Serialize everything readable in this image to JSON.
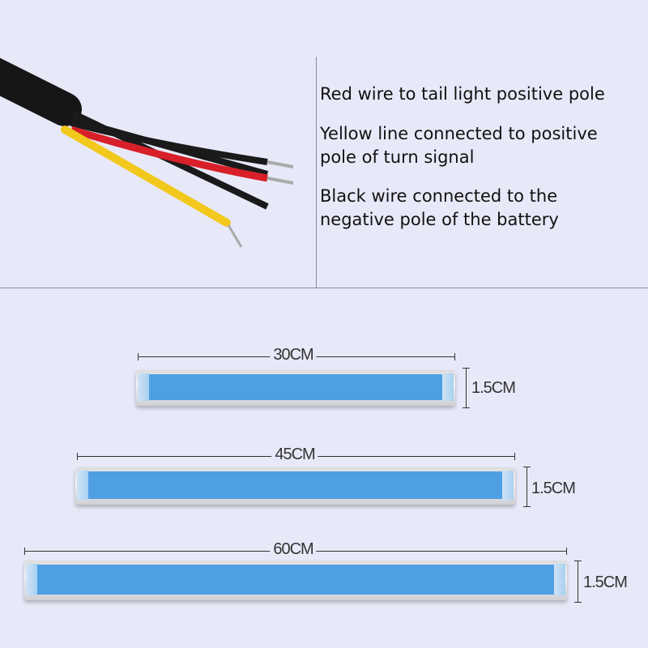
{
  "descriptions": [
    {
      "lines": [
        "Red wire to tail light positive pole"
      ]
    },
    {
      "lines": [
        "Yellow line connected to positive",
        "pole of turn signal"
      ]
    },
    {
      "lines": [
        "Black wire connected to the",
        "negative pole of the battery"
      ]
    }
  ],
  "strips": [
    {
      "length": "30CM",
      "width": "1.5CM"
    },
    {
      "length": "45CM",
      "width": "1.5CM"
    },
    {
      "length": "60CM",
      "width": "1.5CM"
    }
  ],
  "colors": {
    "led": "#4f9fe3",
    "background": "#e8e9f8",
    "wire_red": "#d8202a",
    "wire_yellow": "#f2c81c",
    "wire_black": "#1a1a1a"
  }
}
